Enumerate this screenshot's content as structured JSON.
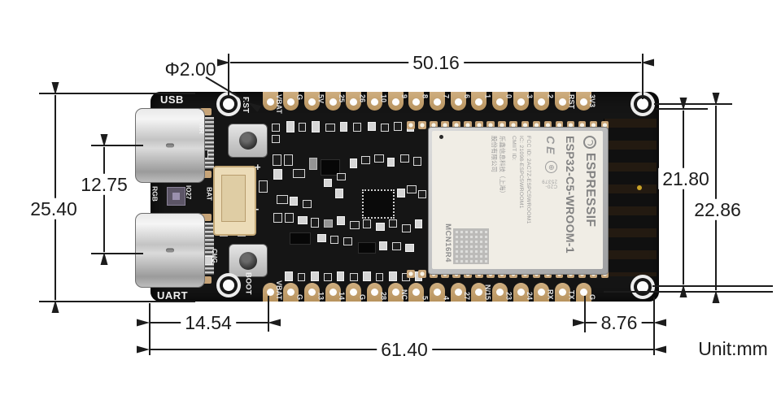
{
  "unit_label": "Unit:mm",
  "dimensions": {
    "hole_diameter": "Φ2.00",
    "hole_span_horizontal": "50.16",
    "board_height": "25.40",
    "port_spacing": "12.75",
    "hole_edge_span": "21.80",
    "hole_center_span": "22.86",
    "uart_to_pin": "14.54",
    "pin_to_hole": "8.76",
    "board_length": "61.40"
  },
  "board": {
    "silkscreen": {
      "usb": "USB",
      "uart": "UART",
      "rst": "RST",
      "boot": "BOOT",
      "pwr": "PWR",
      "rgb": "RGB",
      "io27": "IO27",
      "bat": "BAT",
      "chg": "CHG",
      "plus": "+",
      "minus": "-"
    },
    "top_pins": [
      "VBAT",
      "G",
      "5V",
      "25",
      "26",
      "10",
      "9",
      "8",
      "7",
      "6",
      "1",
      "0",
      "3",
      "2",
      "RST",
      "3V3"
    ],
    "bottom_pins": [
      "VBAT",
      "G",
      "13",
      "14",
      "G",
      "28",
      "NC",
      "5",
      "4",
      "27",
      "N/15",
      "23",
      "24",
      "RX",
      "TX",
      "G"
    ],
    "module": {
      "brand": "ESPRESSIF",
      "model": "ESP32-C5-WROOM-1",
      "ce": "CE",
      "cert_code": "C20-25379",
      "fcc": "FCC ID: 2AC7Z-ESPC5WROOM1",
      "ic": "IC: 21098-ESPC5WROOM1",
      "cmiit": "CMIIT ID:",
      "cn1": "乐鑫信息科技（上海）",
      "cn2": "股份有限公司",
      "part": "MCN16R4"
    }
  },
  "colors": {
    "pcb": "#151515",
    "pad_tan": "#c7a478",
    "module_label": "#f0ede5",
    "dimension_ink": "#1c1c1c"
  }
}
